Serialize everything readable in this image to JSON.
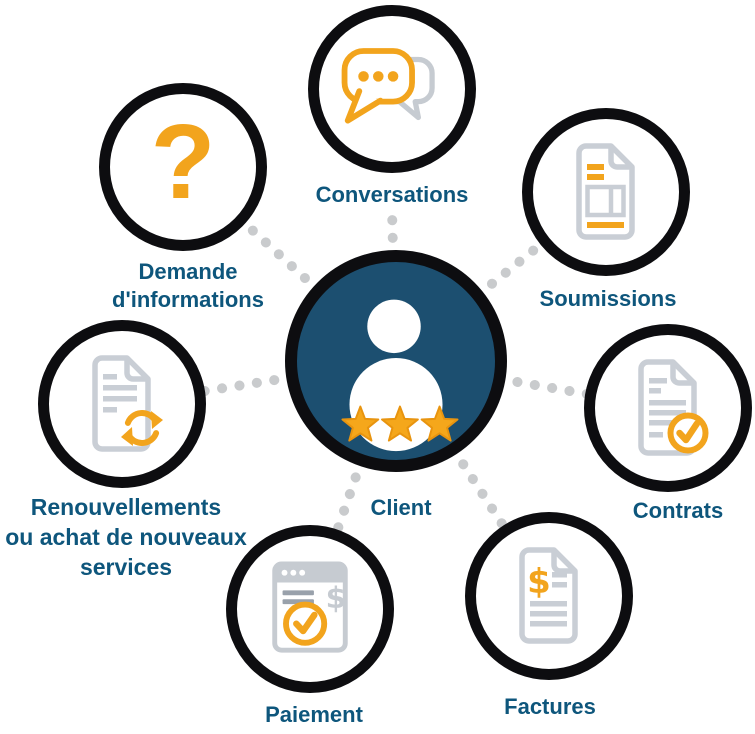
{
  "colors": {
    "background": "#FFFFFF",
    "ring_black": "#0D0D10",
    "center_navy": "#1C4F70",
    "accent_orange": "#F2A41D",
    "star_gold": "#F5A71B",
    "icon_gray": "#C9CED5",
    "icon_gray_dark": "#99A1AB",
    "label_blue": "#0E567C",
    "connector_gray": "#C9CBCD"
  },
  "center": {
    "label": "Client",
    "icon": "client-person-stars-icon",
    "star_count": 3
  },
  "nodes": [
    {
      "id": "conversations",
      "label": "Conversations",
      "icon": "chat-bubbles-icon",
      "lines": [
        "Conversations"
      ]
    },
    {
      "id": "soumissions",
      "label": "Soumissions",
      "icon": "quote-document-icon",
      "lines": [
        "Soumissions"
      ]
    },
    {
      "id": "contrats",
      "label": "Contrats",
      "icon": "contract-check-document-icon",
      "lines": [
        "Contrats"
      ]
    },
    {
      "id": "factures",
      "label": "Factures",
      "icon": "invoice-dollar-document-icon",
      "lines": [
        "Factures"
      ]
    },
    {
      "id": "paiement",
      "label": "Paiement",
      "icon": "payment-confirmed-window-icon",
      "lines": [
        "Paiement"
      ]
    },
    {
      "id": "renouvellements",
      "label": "Renouvellements ou achat de nouveaux services",
      "icon": "renewal-document-icon",
      "lines": [
        "Renouvellements",
        "ou achat de nouveaux",
        "services"
      ]
    },
    {
      "id": "demande",
      "label": "Demande d'informations",
      "icon": "question-mark-icon",
      "lines": [
        "Demande",
        "d'informations"
      ]
    }
  ],
  "glyphs": {
    "question_mark": "?",
    "dollar_sign": "$"
  }
}
